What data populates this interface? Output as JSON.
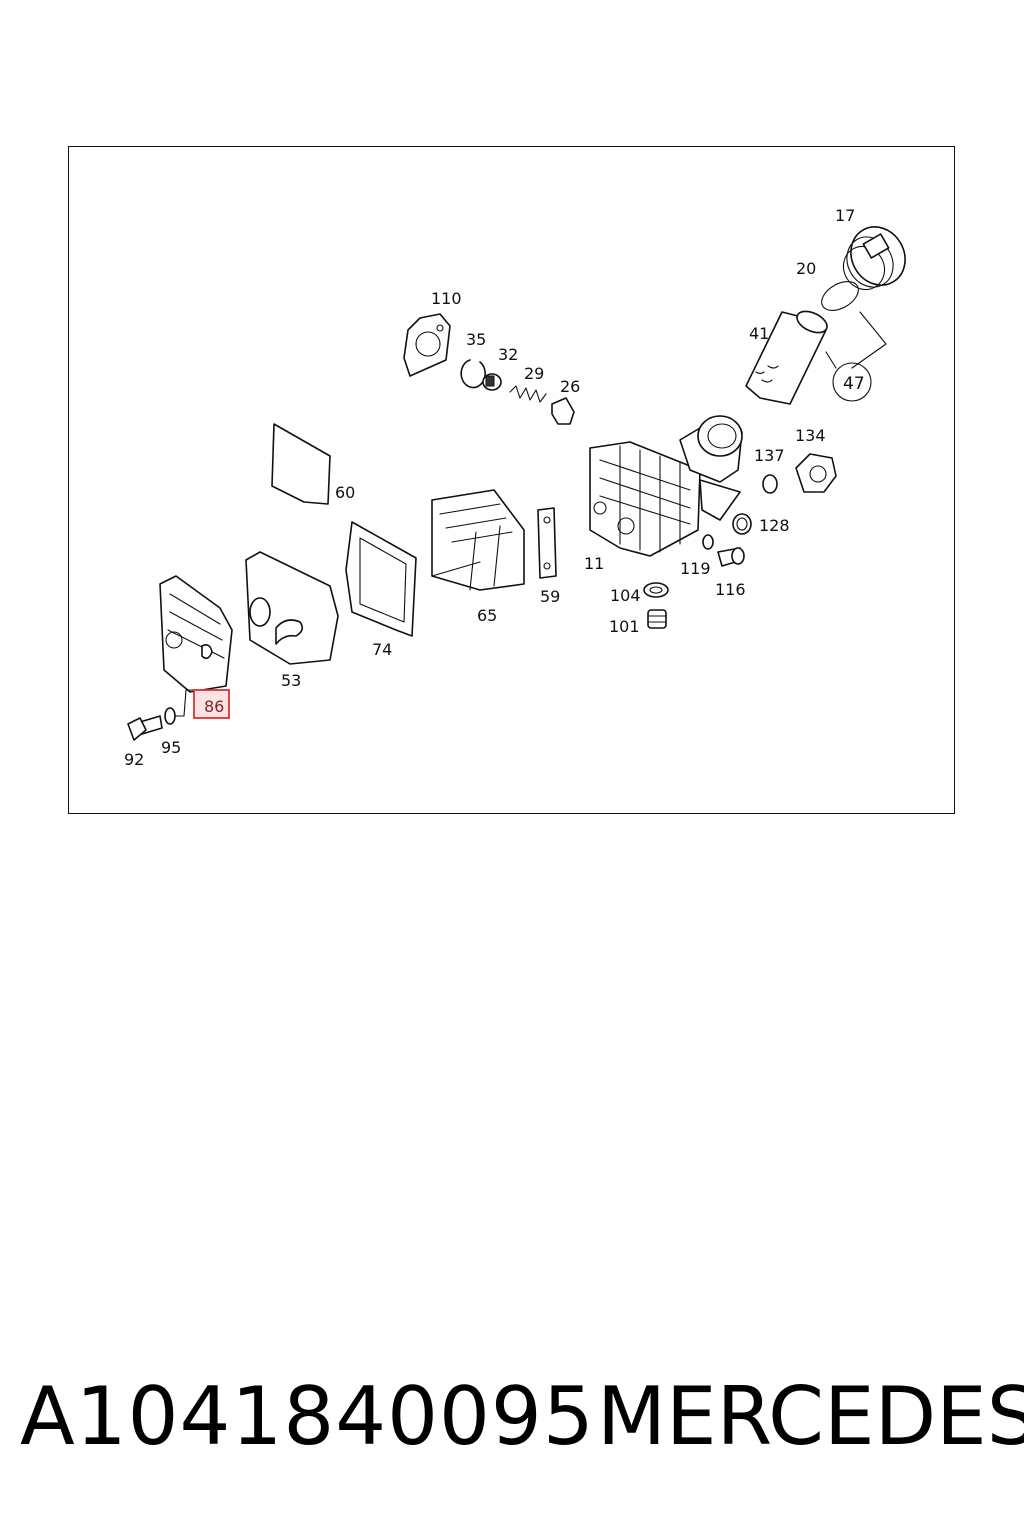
{
  "diagram": {
    "labels": {
      "l17": "17",
      "l20": "20",
      "l41": "41",
      "l47": "47",
      "l110": "110",
      "l35": "35",
      "l32": "32",
      "l29": "29",
      "l26": "26",
      "l134": "134",
      "l137": "137",
      "l128": "128",
      "l60": "60",
      "l11": "11",
      "l119": "119",
      "l116": "116",
      "l104": "104",
      "l101": "101",
      "l65": "65",
      "l59": "59",
      "l74": "74",
      "l53": "53",
      "l86": "86",
      "l92": "92",
      "l95": "95"
    },
    "highlighted_part": "86",
    "highlight_color": "#e03030"
  },
  "footer": {
    "part_number": "A1041840095",
    "brand": "MERCEDES"
  }
}
